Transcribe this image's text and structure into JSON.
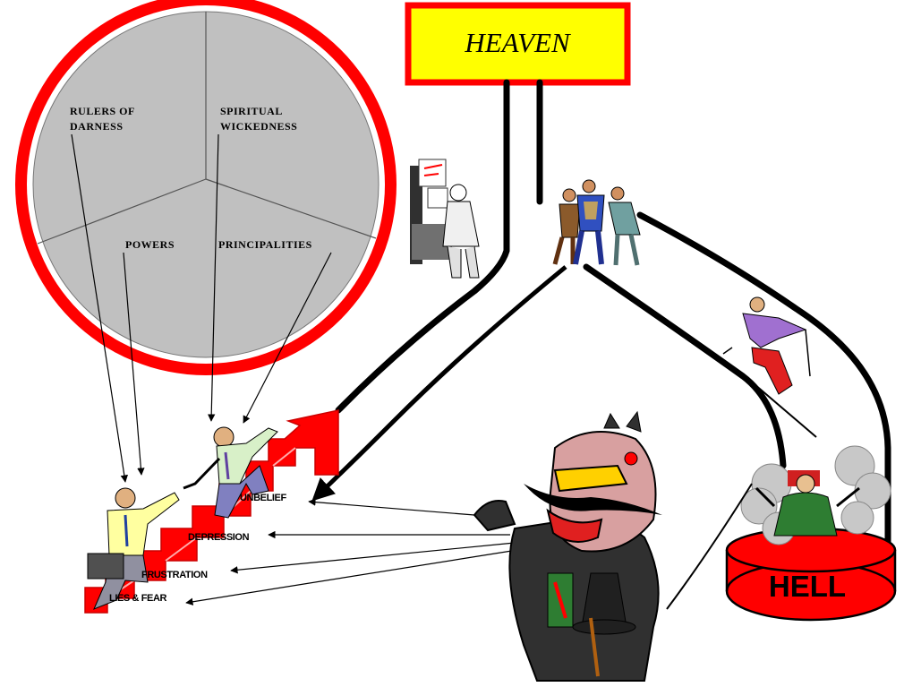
{
  "heaven": {
    "label": "HEAVEN"
  },
  "hell": {
    "label": "HELL"
  },
  "wheel": {
    "segments": [
      {
        "line1": "RULERS OF",
        "line2": "DARNESS"
      },
      {
        "line1": "SPIRITUAL",
        "line2": "WICKEDNESS"
      },
      {
        "line1": "POWERS",
        "line2": ""
      },
      {
        "line1": "PRINCIPALITIES",
        "line2": ""
      }
    ]
  },
  "steps": [
    {
      "label": "UNBELIEF"
    },
    {
      "label": "DEPRESSION"
    },
    {
      "label": "FRUSTRATION"
    },
    {
      "label": "LIES & FEAR"
    }
  ],
  "colors": {
    "heaven_bg": "#ffff00",
    "heaven_border": "#ff0000",
    "wheel_ring": "#ff0000",
    "wheel_fill": "#c0c0c0",
    "stairs": "#ff0000",
    "hell_fill": "#ff0000"
  }
}
